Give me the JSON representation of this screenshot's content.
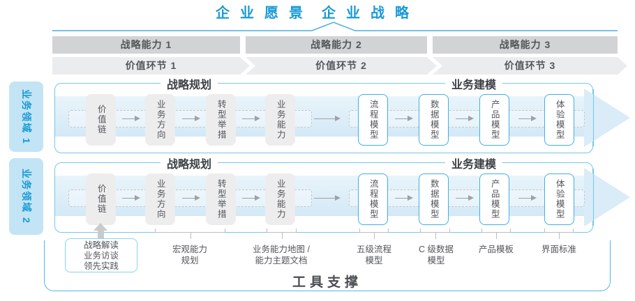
{
  "header": {
    "vision": "企业愿景",
    "strategy": "企业战略"
  },
  "capability_band": {
    "segments": [
      "战略能力 1",
      "战略能力 2",
      "战略能力 3"
    ]
  },
  "value_band": {
    "segments": [
      "价值环节 1",
      "价值环节 2",
      "价值环节 3"
    ]
  },
  "domains": [
    {
      "label": "业务领域 1"
    },
    {
      "label": "业务领域 2"
    }
  ],
  "row": {
    "planning": {
      "title": "战略规划",
      "boxes": [
        "价值链",
        "业务方向",
        "转型举措",
        "业务能力"
      ]
    },
    "modeling": {
      "title": "业务建模",
      "boxes": [
        "流程模型",
        "数据模型",
        "产品模型",
        "体验模型"
      ]
    }
  },
  "annotations": {
    "source_box": {
      "lines": [
        "战略解读",
        "业务访谈",
        "领先实践"
      ]
    },
    "labels": [
      {
        "lines": [
          "宏观能力",
          "规划"
        ]
      },
      {
        "lines": [
          "业务能力地图 /",
          "能力主题文档"
        ]
      },
      {
        "lines": [
          "五级流程",
          "模型"
        ]
      },
      {
        "lines": [
          "C 级数据",
          "模型"
        ]
      },
      {
        "lines": [
          "产品模板"
        ]
      },
      {
        "lines": [
          "界面标准"
        ]
      }
    ]
  },
  "footer": {
    "label": "工具支撑"
  },
  "colors": {
    "accent_blue": "#199ad6",
    "row_border": "#74c7ea",
    "outer_border": "#4fb6e4",
    "band_dark": "#d2d3d4",
    "band_light": "#ebeced",
    "domain_fill": "#c3e4f4",
    "flow_band": "#d9ecf8",
    "box_fill": "#ededee",
    "box_outline": "#3fb0e4",
    "text_gray": "#54565b"
  }
}
